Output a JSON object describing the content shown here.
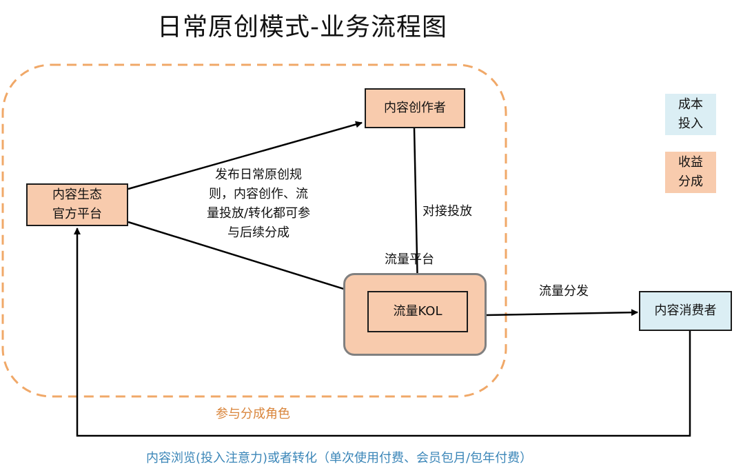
{
  "title": "日常原创模式-业务流程图",
  "nodes": {
    "official_platform": [
      "内容生态",
      "官方平台"
    ],
    "creator": "内容创作者",
    "kol": "流量KOL",
    "consumer": "内容消费者"
  },
  "group_labels": {
    "kol_platform": "流量平台",
    "revenue_roles": "参与分成角色"
  },
  "edge_labels": {
    "publish_rules": [
      "发布日常原创规",
      "则，内容创作、流",
      "量投放/转化都可参",
      "与后续分成"
    ],
    "docking": "对接投放",
    "distribution": "流量分发",
    "consumer_feedback": "内容浏览(投入注意力)或者转化（单次使用付费、会员包月/包年付费）"
  },
  "legend": {
    "cost": [
      "成本",
      "投入"
    ],
    "revenue": [
      "收益",
      "分成"
    ]
  },
  "colors": {
    "orange_fill": "#f8cbad",
    "blue_fill": "#dbeef4",
    "dashed_border": "#f0a868",
    "roles_text": "#d9853b",
    "bottom_text": "#3b86b8"
  }
}
